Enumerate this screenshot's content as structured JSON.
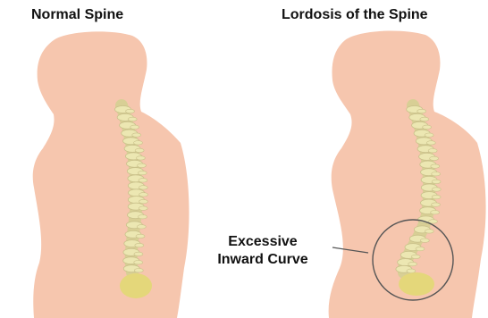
{
  "panels": [
    {
      "title": "Normal Spine"
    },
    {
      "title": "Lordosis of the Spine"
    }
  ],
  "callout": {
    "line1": "Excessive",
    "line2": "Inward Curve"
  },
  "colors": {
    "skin": "#f6c6ae",
    "vertebra": "#ece7b2",
    "vertebra_edge": "#c9c08a",
    "sacrum": "#e4d77a",
    "circle": "#555555"
  }
}
